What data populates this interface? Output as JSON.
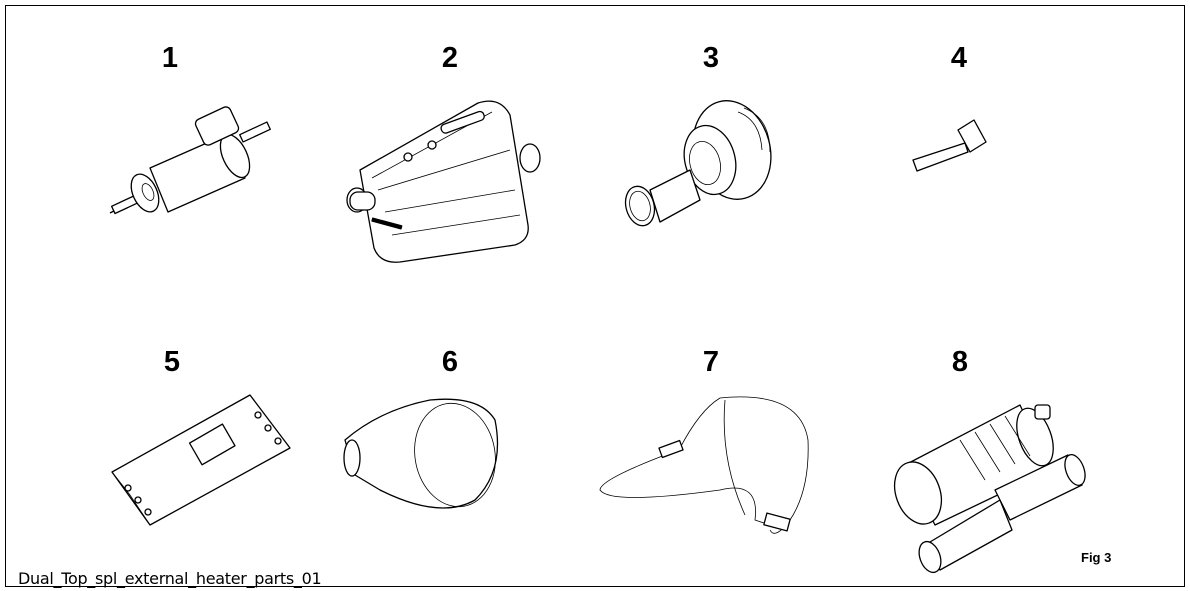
{
  "figure": {
    "caption": "Dual_Top_spl_external_heater_parts_01",
    "label": "Fig 3"
  },
  "parts": [
    {
      "number": "1",
      "icon": "fuel-pump"
    },
    {
      "number": "2",
      "icon": "heater-unit"
    },
    {
      "number": "3",
      "icon": "exhaust-silencer-grommet"
    },
    {
      "number": "4",
      "icon": "t-bolt"
    },
    {
      "number": "5",
      "icon": "connector-block"
    },
    {
      "number": "6",
      "icon": "air-intake-cowl"
    },
    {
      "number": "7",
      "icon": "cable-harness"
    },
    {
      "number": "8",
      "icon": "silencer-and-hoses"
    }
  ]
}
